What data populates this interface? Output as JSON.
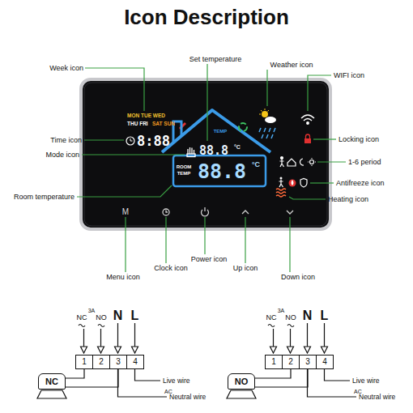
{
  "diagram": {
    "title": "Icon Description",
    "nodes": [
      {
        "text": [
          "1"
        ]
      },
      {
        "text": [
          "2"
        ]
      },
      {
        "text": [
          "3"
        ]
      },
      {
        "text": [
          "4"
        ]
      },
      {
        "text": [
          "NC"
        ]
      },
      {
        "text": [
          "1"
        ]
      },
      {
        "text": [
          "2"
        ]
      },
      {
        "text": [
          "3"
        ]
      },
      {
        "text": [
          "4"
        ]
      },
      {
        "text": [
          "NO"
        ]
      }
    ],
    "edges": [
      {
        "from": 4,
        "to": 0,
        "arrow": "none"
      },
      {
        "from": 4,
        "to": 2,
        "arrow": "none"
      },
      {
        "from": 9,
        "to": 6,
        "arrow": "none"
      },
      {
        "from": 9,
        "to": 7,
        "arrow": "none"
      }
    ],
    "labels": [
      "Week icon",
      "Set temperature",
      "Weather icon",
      "WIFI icon",
      "MON TUE WED",
      "THU FRI",
      "SAT SUN",
      "Time icon",
      "8:88",
      "TEMP",
      "88.8",
      "°C",
      "Locking icon",
      "Mode icon",
      "1-6 period",
      "ROOM",
      "TEMP",
      "88.8",
      "°C",
      "Antifreeze icon",
      "Room temperature",
      "Heating icon",
      "M",
      "Power icon",
      "Clock icon",
      "Up icon",
      "Menu icon",
      "Down icon",
      "NC",
      "3A",
      "NO",
      "N",
      "L",
      "NC",
      "3A",
      "NO",
      "N",
      "L",
      "Live wire",
      "AC",
      "Neutral wire",
      "Live wire",
      "AC",
      "Neutral wire"
    ]
  }
}
